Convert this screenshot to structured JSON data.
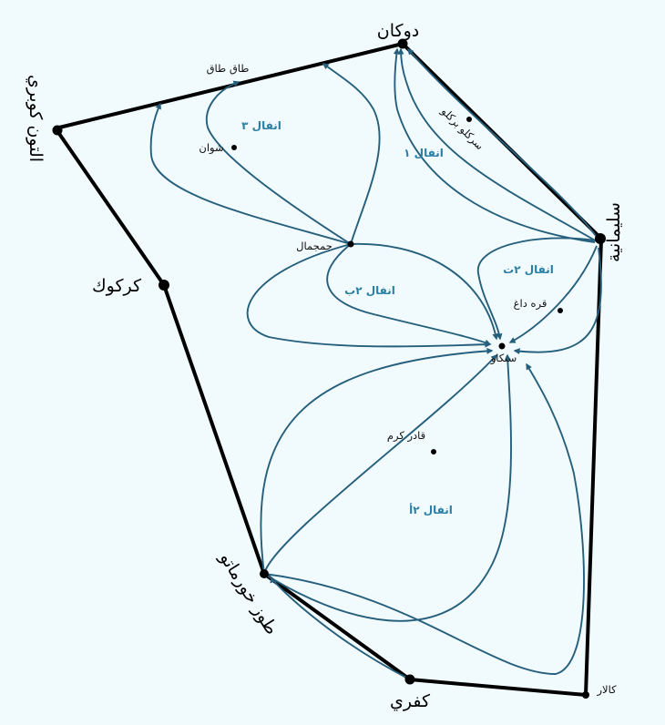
{
  "colors": {
    "background": "#f1fbfd",
    "border": "#000000",
    "route": "#255f7c",
    "operation_label": "#2a7fa6"
  },
  "cities": {
    "dukan": "دوكان",
    "altun_kupri": "التون كوبري",
    "kirkuk": "كركوك",
    "tuz_khurmatu": "طوز خورماتو",
    "kifri": "كفري",
    "sulaymaniyah": "سليمانية"
  },
  "towns": {
    "taq_taq": "طاق طاق",
    "shwan": "شوان",
    "chamchamal": "جمجمال",
    "sargalu_bargalu": "سركلو بركلو",
    "qaradagh": "قره داغ",
    "sangaw": "سنكاو",
    "qadir_karam": "قادر كرم",
    "kalar": "كالار"
  },
  "operations": {
    "anfal_1": "انفال ١",
    "anfal_2a": "انفال ٢أ",
    "anfal_2b": "انفال ٢ب",
    "anfal_2t": "انفال ٢ت",
    "anfal_3": "انفال ٣"
  }
}
